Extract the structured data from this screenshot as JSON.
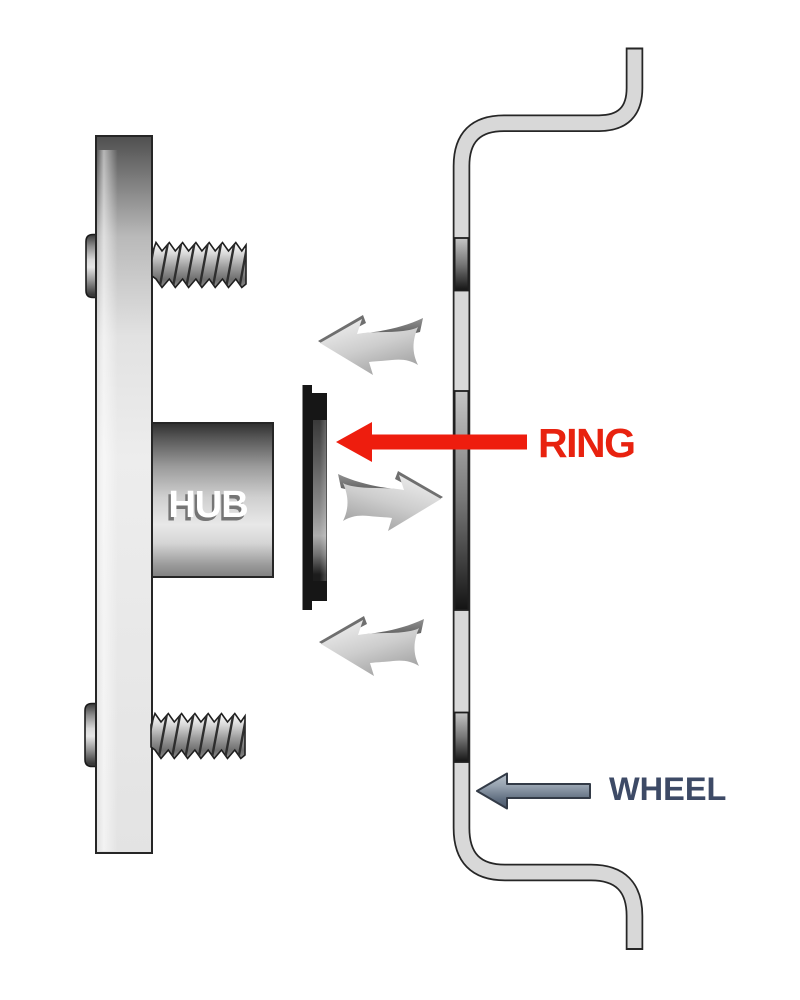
{
  "diagram": {
    "labels": {
      "hub": "HUB",
      "ring": "RING",
      "wheel": "WHEEL"
    },
    "colors": {
      "ring_label": "#e8220f",
      "ring_arrow": "#ee1d0e",
      "wheel_label": "#3d4a66",
      "metal_light": "#d8d8d8",
      "metal_dark": "#161616",
      "outline": "#262626",
      "gray_arrow": "#c9c9c9",
      "wheel_arrow_fill": "#5f6d7f"
    },
    "icons": [
      "curved-arrow-top-icon",
      "curved-arrow-middle-icon",
      "curved-arrow-bottom-icon",
      "ring-pointer-arrow-icon",
      "wheel-pointer-arrow-icon"
    ]
  }
}
